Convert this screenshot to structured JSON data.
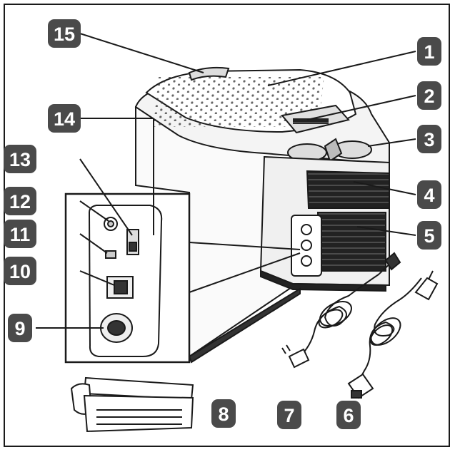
{
  "callouts": [
    {
      "id": "1",
      "label": "1"
    },
    {
      "id": "2",
      "label": "2"
    },
    {
      "id": "3",
      "label": "3"
    },
    {
      "id": "4",
      "label": "4"
    },
    {
      "id": "5",
      "label": "5"
    },
    {
      "id": "6",
      "label": "6"
    },
    {
      "id": "7",
      "label": "7"
    },
    {
      "id": "8",
      "label": "8"
    },
    {
      "id": "9",
      "label": "9"
    },
    {
      "id": "10",
      "label": "10"
    },
    {
      "id": "11",
      "label": "11"
    },
    {
      "id": "12",
      "label": "12"
    },
    {
      "id": "13",
      "label": "13"
    },
    {
      "id": "14",
      "label": "14"
    },
    {
      "id": "15",
      "label": "15"
    }
  ],
  "colors": {
    "badge_fill": "#4a4a4a",
    "line": "#1a1a1a",
    "body_fill": "#ffffff"
  }
}
